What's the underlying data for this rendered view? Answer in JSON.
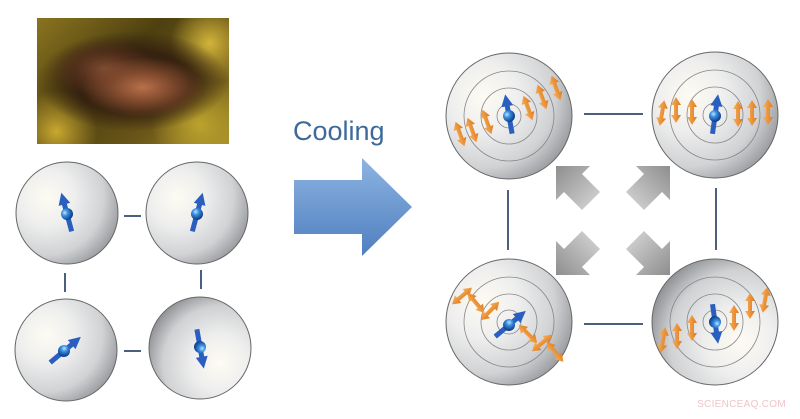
{
  "diagram": {
    "title": "Cooling",
    "watermark": "SCIENCEAQ.COM",
    "left_panel": {
      "photo": "crystal-sample-photo",
      "state": "disordered-spins",
      "cells": [
        {
          "position": "top-left",
          "spin": "up-tilted"
        },
        {
          "position": "top-right",
          "spin": "up-tilted"
        },
        {
          "position": "bottom-left",
          "spin": "diagonal-up-right"
        },
        {
          "position": "bottom-right",
          "spin": "down"
        }
      ]
    },
    "arrow": {
      "label": "Cooling",
      "direction": "right",
      "color": "#5a8ac8"
    },
    "right_panel": {
      "state": "ordered-with-spin-waves",
      "center_symbol": "four-gray-arrows-outward",
      "cells": [
        {
          "position": "top-left",
          "central_spin": "up",
          "wave_direction": "diagonal"
        },
        {
          "position": "top-right",
          "central_spin": "up",
          "wave_direction": "horizontal"
        },
        {
          "position": "bottom-left",
          "central_spin": "diagonal-up-right",
          "wave_direction": "diagonal-down"
        },
        {
          "position": "bottom-right",
          "central_spin": "down",
          "wave_direction": "diagonal-up"
        }
      ]
    },
    "colors": {
      "spin_blue": "#2a5fc0",
      "wave_orange": "#f0902e",
      "connector": "#4a6080",
      "disk_gray": "#c8cacc",
      "title_blue": "#3d6a9a"
    }
  }
}
